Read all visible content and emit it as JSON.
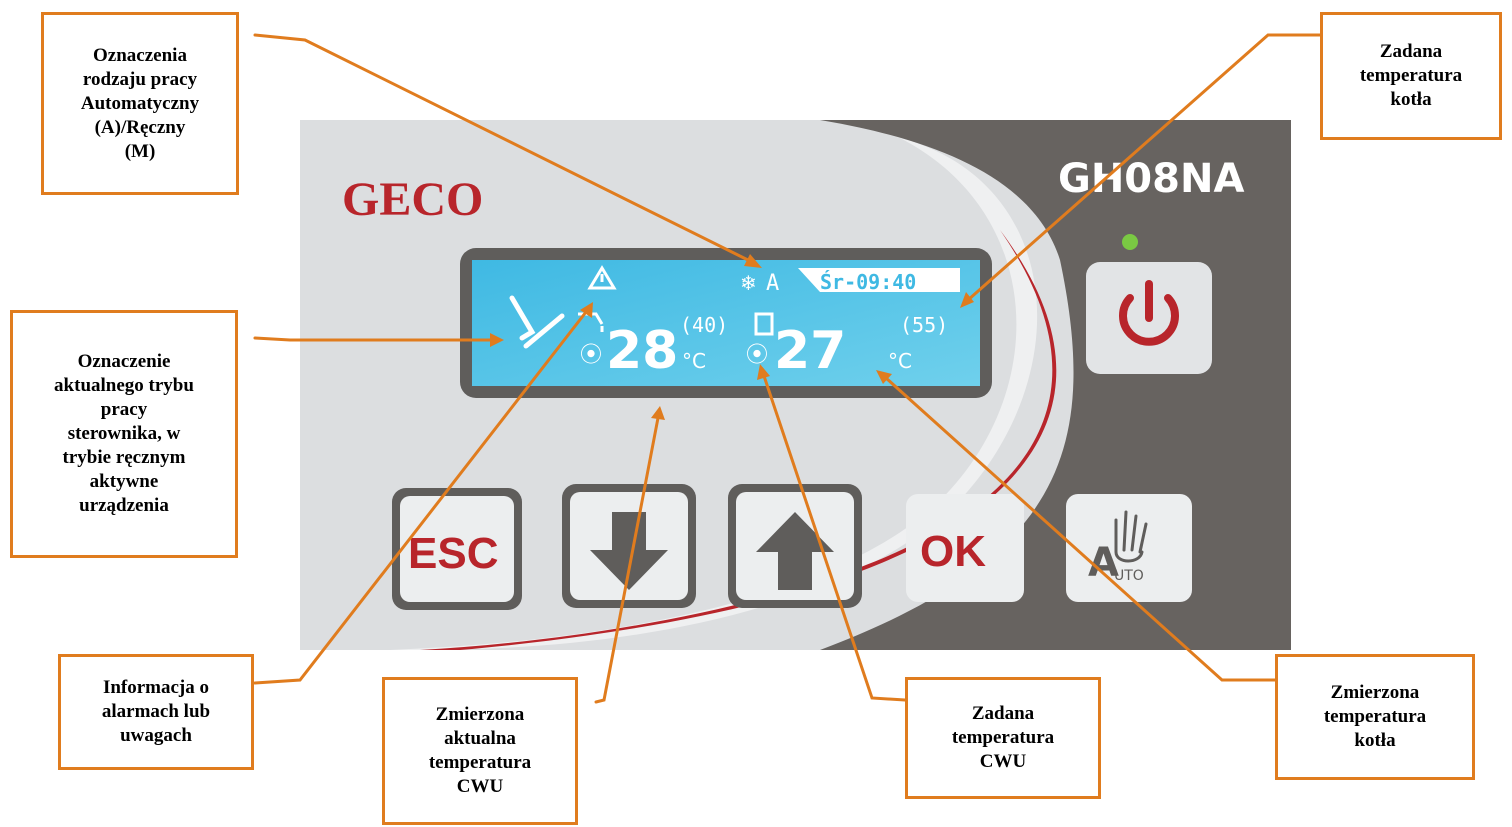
{
  "device": {
    "brand": "GECO",
    "model": "GH08NA",
    "lcd": {
      "mode_letter": "A",
      "clock": "Śr-09:40",
      "cwu_temp": "28",
      "cwu_set": "(40)",
      "boiler_temp": "27",
      "boiler_set": "(55)",
      "unit": "°C"
    },
    "buttons": {
      "esc": "ESC",
      "ok": "OK",
      "auto_big": "A",
      "auto_small": "UTO"
    },
    "colors": {
      "brand_red": "#b8252b",
      "lcd_blue": "#4fc3e6",
      "panel_dark": "#676360",
      "panel_light": "#d9dbdd",
      "callout_orange": "#e07c1e",
      "led_green": "#7ac943"
    }
  },
  "callouts": {
    "mode_type": "Oznaczenia\nrodzaju pracy\nAutomatyczny\n(A)/Ręczny\n(M)",
    "set_boiler_top": "Zadana\ntemperatura\nkotła",
    "current_mode": "Oznaczenie\naktualnego trybu\npracy\nsterownika, w\ntrybie ręcznym\naktywne\nurządzenia",
    "alarms": "Informacja o\nalarmach lub\nuwagach",
    "measured_cwu": "Zmierzona\naktualna\ntemperatura\nCWU",
    "set_cwu": "Zadana\ntemperatura\nCWU",
    "measured_boiler": "Zmierzona\ntemperatura\nkotła"
  }
}
